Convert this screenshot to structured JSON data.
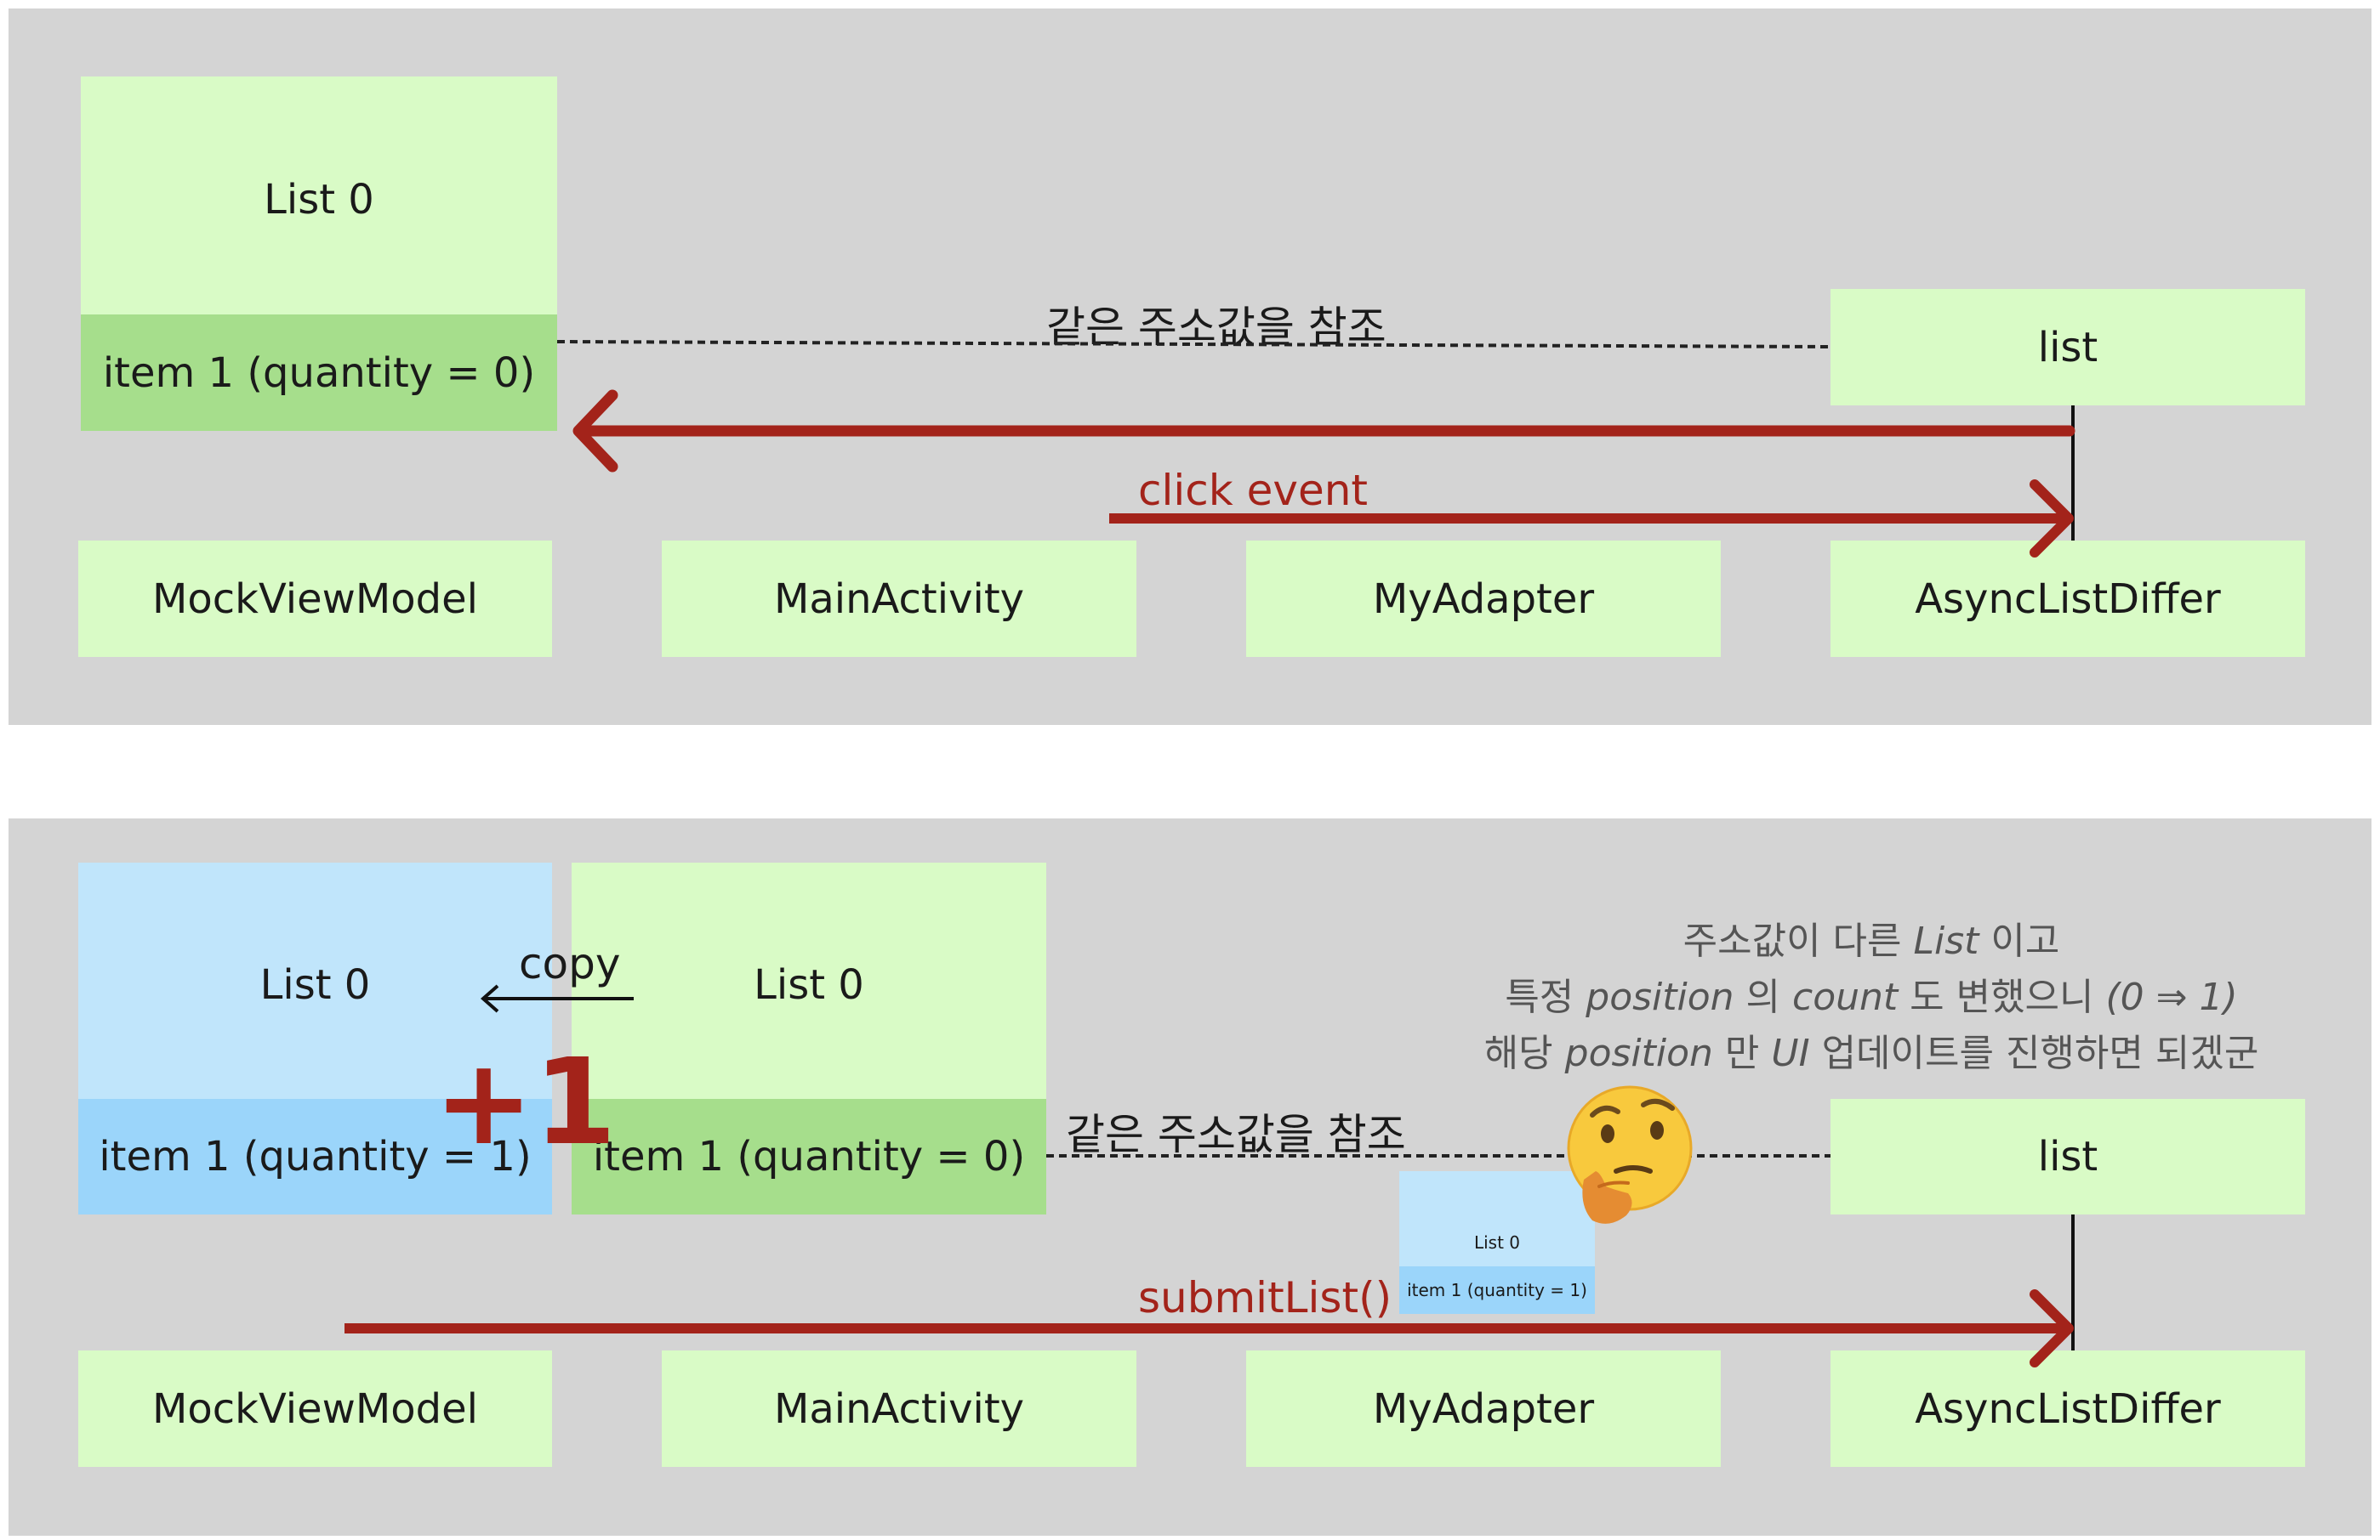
{
  "top": {
    "list_box": {
      "title": "List 0",
      "item": "item 1 (quantity = 0)"
    },
    "differ_list": "list",
    "same_ref_label": "같은 주소값을 참조",
    "click_event_label": "click event",
    "components": [
      "MockViewModel",
      "MainActivity",
      "MyAdapter",
      "AsyncListDiffer"
    ]
  },
  "bottom": {
    "new_list": {
      "title": "List 0",
      "item": "item 1 (quantity = 1)"
    },
    "old_list": {
      "title": "List 0",
      "item": "item 1 (quantity = 0)"
    },
    "copy_label": "copy",
    "plus_label": "+1",
    "same_ref_label": "같은 주소값을 참조",
    "differ_list": "list",
    "thought": {
      "line1_a": "주소값이 다른 ",
      "line1_b": "List",
      "line1_c": " 이고",
      "line2_a": "특정 ",
      "line2_b": "position",
      "line2_c": " 의 ",
      "line2_d": "count",
      "line2_e": " 도 변했으니 ",
      "line2_f": "(0 ⇒ 1)",
      "line3_a": "해당 ",
      "line3_b": "position",
      "line3_c": " 만 ",
      "line3_d": "UI",
      "line3_e": " 업데이트를 진행하면 되겠군"
    },
    "mini_list": {
      "title": "List 0",
      "item": "item 1 (quantity = 1)"
    },
    "submit_label": "submitList()",
    "components": [
      "MockViewModel",
      "MainActivity",
      "MyAdapter",
      "AsyncListDiffer"
    ]
  },
  "icons": {
    "thinking": "thinking-face-icon"
  },
  "colors": {
    "panel": "#d4d4d4",
    "green": "#d9fbc6",
    "green_dark": "#a6de8c",
    "blue": "#c0e5fb",
    "blue_dark": "#9bd5fa",
    "arrow_red": "#a3231a"
  }
}
